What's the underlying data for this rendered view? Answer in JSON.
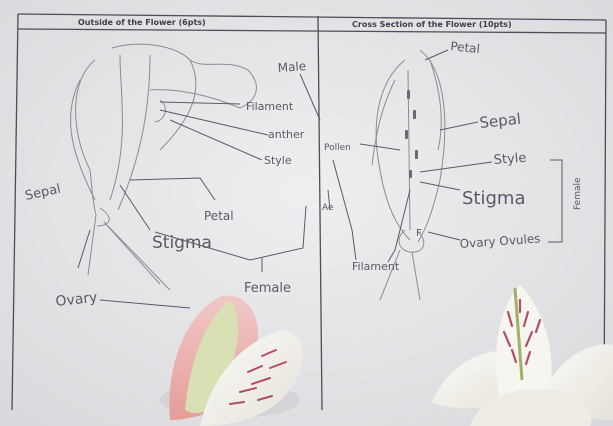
{
  "worksheet": {
    "left_header": "Outside of the Flower (6pts)",
    "right_header": "Cross Section of the Flower (10pts)"
  },
  "outside_labels": {
    "male": "Male",
    "filament": "Filament",
    "anther": "anther",
    "style": "Style",
    "sepal": "Sepal",
    "petal": "Petal",
    "stigma": "Stigma",
    "ovary": "Ovary",
    "female": "Female"
  },
  "cross_section_labels": {
    "petal": "Petal",
    "sepal": "Sepal",
    "pollen": "Pollen",
    "style": "Style",
    "stigma": "Stigma",
    "female": "Female",
    "ovary_ovules": "Ovary Ovules",
    "filament": "Filament",
    "ae": "Ae",
    "f": "F"
  },
  "colors": {
    "paper": "#e9e8ea",
    "pencil": "#5b5966",
    "flower_white": "#f4f2ee",
    "flower_pink": "#c26a7d",
    "stem_green": "#9fb06a"
  }
}
